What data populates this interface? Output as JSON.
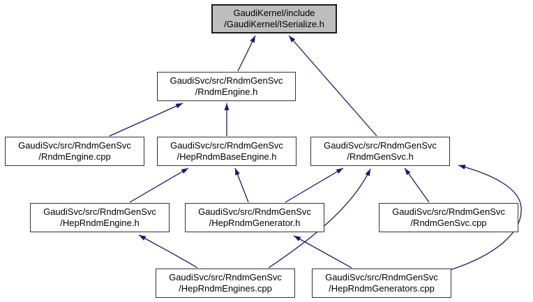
{
  "diagram": {
    "kind": "doxygen-include-dependency-graph",
    "direction": "edges point from including file up to included file",
    "colors": {
      "edge": "#191970",
      "node_border": "#333333",
      "node_fill": "#ffffff",
      "highlight_fill": "#bebebe",
      "text": "#000000",
      "background": "#ffffff"
    },
    "nodes": [
      {
        "id": "iserialize-h",
        "line1": "GaudiKernel/include",
        "line2": "/GaudiKernel/ISerialize.h",
        "highlighted": true,
        "row": 1
      },
      {
        "id": "rndmengine-h",
        "line1": "GaudiSvc/src/RndmGenSvc",
        "line2": "/RndmEngine.h",
        "highlighted": false,
        "row": 2
      },
      {
        "id": "rndmengine-cpp",
        "line1": "GaudiSvc/src/RndmGenSvc",
        "line2": "/RndmEngine.cpp",
        "highlighted": false,
        "row": 3
      },
      {
        "id": "heprndmbaseengine-h",
        "line1": "GaudiSvc/src/RndmGenSvc",
        "line2": "/HepRndmBaseEngine.h",
        "highlighted": false,
        "row": 3
      },
      {
        "id": "rndmgensvc-h",
        "line1": "GaudiSvc/src/RndmGenSvc",
        "line2": "/RndmGenSvc.h",
        "highlighted": false,
        "row": 3
      },
      {
        "id": "heprndmengine-h",
        "line1": "GaudiSvc/src/RndmGenSvc",
        "line2": "/HepRndmEngine.h",
        "highlighted": false,
        "row": 4
      },
      {
        "id": "heprndmgenerator-h",
        "line1": "GaudiSvc/src/RndmGenSvc",
        "line2": "/HepRndmGenerator.h",
        "highlighted": false,
        "row": 4
      },
      {
        "id": "rndmgensvc-cpp",
        "line1": "GaudiSvc/src/RndmGenSvc",
        "line2": "/RndmGenSvc.cpp",
        "highlighted": false,
        "row": 4
      },
      {
        "id": "heprndmengines-cpp",
        "line1": "GaudiSvc/src/RndmGenSvc",
        "line2": "/HepRndmEngines.cpp",
        "highlighted": false,
        "row": 5
      },
      {
        "id": "heprndmgenerators-cpp",
        "line1": "GaudiSvc/src/RndmGenSvc",
        "line2": "/HepRndmGenerators.cpp",
        "highlighted": false,
        "row": 5
      }
    ],
    "edges": [
      {
        "from": "rndmengine-h",
        "to": "iserialize-h"
      },
      {
        "from": "rndmgensvc-h",
        "to": "iserialize-h"
      },
      {
        "from": "rndmengine-cpp",
        "to": "rndmengine-h"
      },
      {
        "from": "heprndmbaseengine-h",
        "to": "rndmengine-h"
      },
      {
        "from": "heprndmengine-h",
        "to": "heprndmbaseengine-h"
      },
      {
        "from": "heprndmgenerator-h",
        "to": "heprndmbaseengine-h"
      },
      {
        "from": "heprndmgenerator-h",
        "to": "rndmgensvc-h"
      },
      {
        "from": "rndmgensvc-cpp",
        "to": "rndmgensvc-h"
      },
      {
        "from": "heprndmengines-cpp",
        "to": "heprndmengine-h"
      },
      {
        "from": "heprndmengines-cpp",
        "to": "rndmgensvc-h"
      },
      {
        "from": "heprndmgenerators-cpp",
        "to": "heprndmgenerator-h"
      },
      {
        "from": "heprndmgenerators-cpp",
        "to": "rndmgensvc-h"
      }
    ]
  }
}
